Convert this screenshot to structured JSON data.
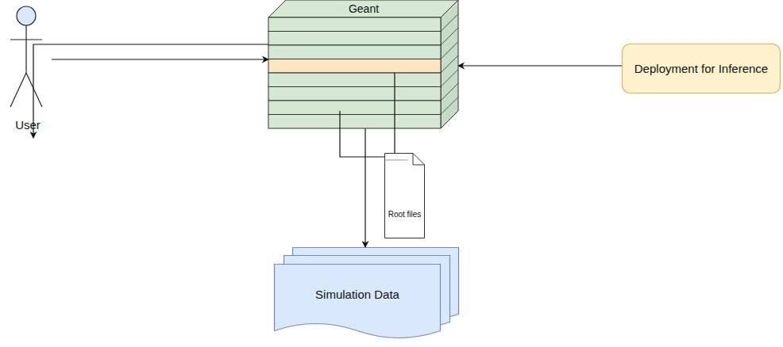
{
  "diagram": {
    "nodes": [
      {
        "text": [
          "User"
        ]
      },
      {
        "text": [
          "Geant"
        ]
      },
      {
        "text": [
          "Deployment for Inference"
        ]
      },
      {
        "text": [
          "Root files"
        ]
      },
      {
        "text": [
          "Simulation Data"
        ]
      }
    ],
    "edges": [
      {
        "from": 0,
        "to": 1,
        "arrow": "to"
      },
      {
        "from": 2,
        "to": 1,
        "arrow": "to"
      },
      {
        "from": 1,
        "to": 4,
        "arrow": "to"
      },
      {
        "from": 4,
        "to": 0,
        "arrow": "to"
      }
    ]
  }
}
